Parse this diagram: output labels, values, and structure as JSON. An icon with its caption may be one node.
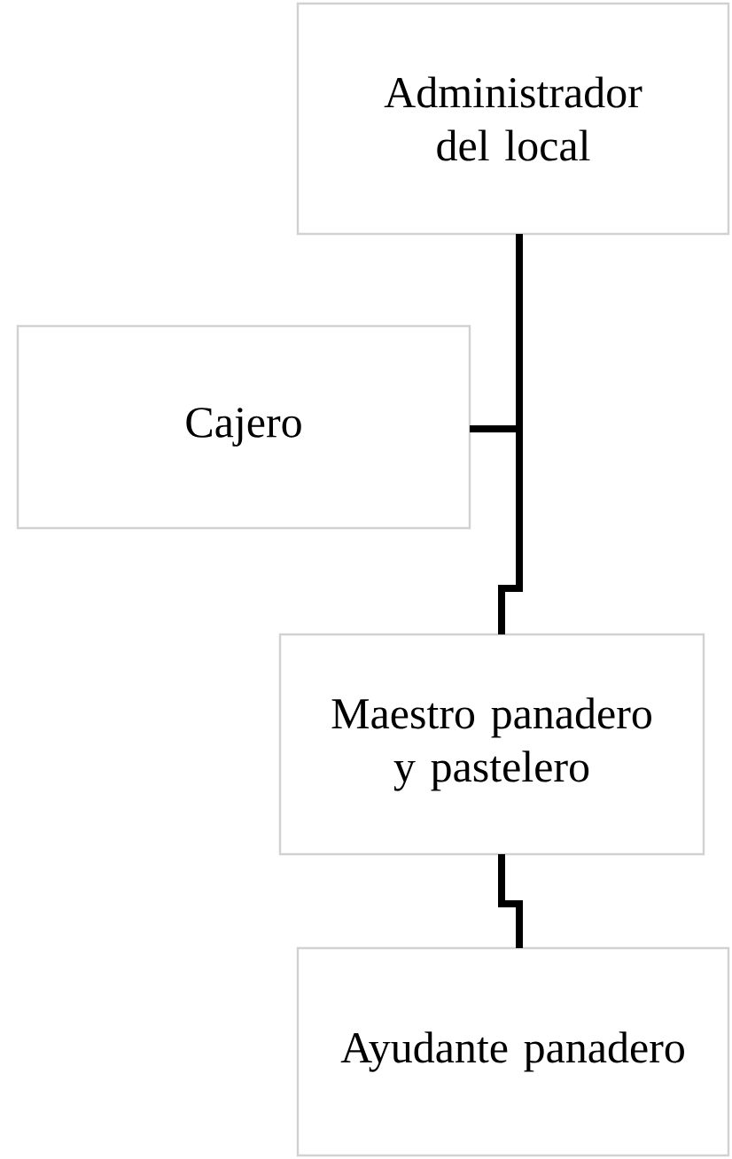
{
  "diagram": {
    "nodes": [
      {
        "text": [
          "Administrador del local"
        ]
      },
      {
        "text": [
          "Cajero"
        ]
      },
      {
        "text": [
          "Maestro panadero y pastelero"
        ]
      },
      {
        "text": [
          "Ayudante panadero"
        ]
      }
    ],
    "edges": [
      {
        "from": 0,
        "to": 1,
        "arrow": "none"
      },
      {
        "from": 0,
        "to": 2,
        "arrow": "none"
      },
      {
        "from": 2,
        "to": 3,
        "arrow": "none"
      }
    ]
  }
}
